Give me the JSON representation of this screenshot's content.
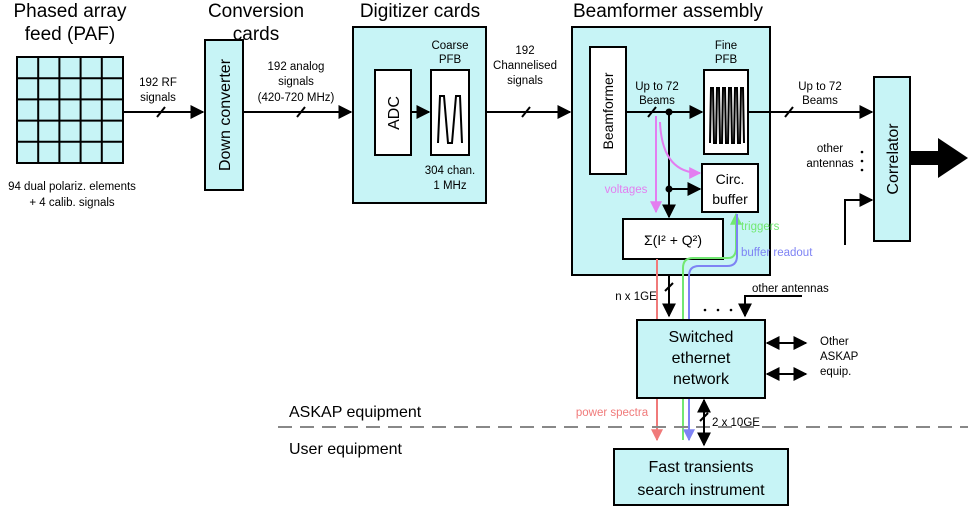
{
  "headers": {
    "paf": [
      "Phased array",
      "feed (PAF)"
    ],
    "conversion": [
      "Conversion",
      "cards"
    ],
    "digitizer": "Digitizer cards",
    "beamformer": "Beamformer assembly"
  },
  "paf_caption": [
    "94 dual polariz. elements",
    "+ 4 calib. signals"
  ],
  "signals": {
    "rf": [
      "192 RF",
      "signals"
    ],
    "analog": [
      "192 analog",
      "signals",
      "(420-720 MHz)"
    ],
    "channelised": [
      "192",
      "Channelised",
      "signals"
    ],
    "beams_in": [
      "Up to 72",
      "Beams"
    ],
    "beams_out": [
      "Up to 72",
      "Beams"
    ],
    "other_antennas_right": [
      "other",
      "antennas"
    ],
    "other_antennas_bottom": "other antennas",
    "n_x_1ge": "n x 1GE",
    "two_x_10ge": "2 x 10GE",
    "other_askap": [
      "Other",
      "ASKAP",
      "equip."
    ]
  },
  "blocks": {
    "down_converter": "Down converter",
    "adc": "ADC",
    "coarse_pfb": [
      "Coarse",
      "PFB"
    ],
    "coarse_caption": [
      "304 chan.",
      "1 MHz"
    ],
    "beamformer": "Beamformer",
    "fine_pfb": [
      "Fine",
      "PFB"
    ],
    "circ_buffer": [
      "Circ.",
      "buffer"
    ],
    "power_sum": "Σ(I² + Q²)",
    "correlator": "Correlator",
    "switched_network": [
      "Switched",
      "ethernet",
      "network"
    ],
    "fast_transients": [
      "Fast transients",
      "search instrument"
    ]
  },
  "streams": {
    "voltages": "voltages",
    "triggers": "triggers",
    "buffer_readout": "buffer readout",
    "power_spectra": "power spectra"
  },
  "zones": {
    "askap": "ASKAP equipment",
    "user": "User equipment"
  },
  "colors": {
    "box_fill": "#c7f4f6",
    "voltages": "#e37ef0",
    "triggers": "#72e872",
    "buffer_readout": "#7e83f4",
    "power_spectra": "#f07a7a",
    "divider": "#888888"
  }
}
